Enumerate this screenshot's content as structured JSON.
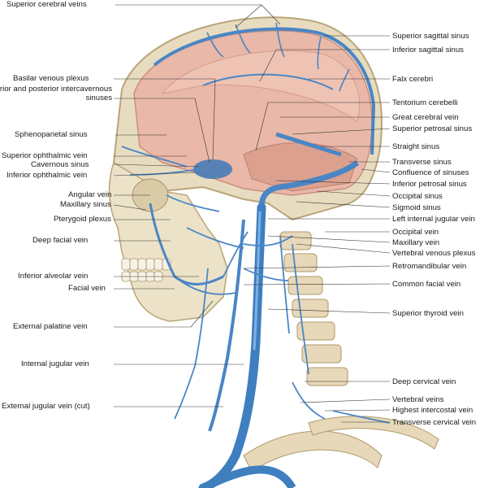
{
  "labels_left": [
    "Superior cerebral veins",
    "Basilar venous plexus",
    "Anterior and posterior intercavernous sinuses",
    "Sphenoparietal sinus",
    "Superior ophthalmic vein",
    "Cavernous sinus",
    "Inferior ophthalmic vein",
    "Angular vein",
    "Maxillary sinus",
    "Pterygoid plexus",
    "Deep facial vein",
    "Inferior alveolar vein",
    "Facial vein",
    "External palatine vein",
    "Internal jugular vein",
    "External jugular vein (cut)"
  ],
  "labels_right": [
    "Superior sagittal sinus",
    "Inferior sagittal sinus",
    "Falx cerebri",
    "Tentorium cerebelli",
    "Great cerebral vein",
    "Superior petrosal sinus",
    "Straight sinus",
    "Transverse sinus",
    "Confluence of sinuses",
    "Inferior petrosal sinus",
    "Occipital sinus",
    "Sigmoid sinus",
    "Left internal jugular vein",
    "Occipital vein",
    "Maxillary vein",
    "Vertebral venous plexus",
    "Retromandibular vein",
    "Common facial vein",
    "Superior thyroid vein",
    "Deep cervical vein",
    "Vertebral veins",
    "Highest intercostal vein",
    "Transverse cervical vein"
  ],
  "colors": {
    "vein": "#4a86c5",
    "vein_dark": "#2f6aa8",
    "bone": "#e8dcc0",
    "bone_shade": "#c9b88f",
    "brain_cavity": "#e9b8a8",
    "dura": "#d9a08f",
    "leader": "#333333"
  }
}
